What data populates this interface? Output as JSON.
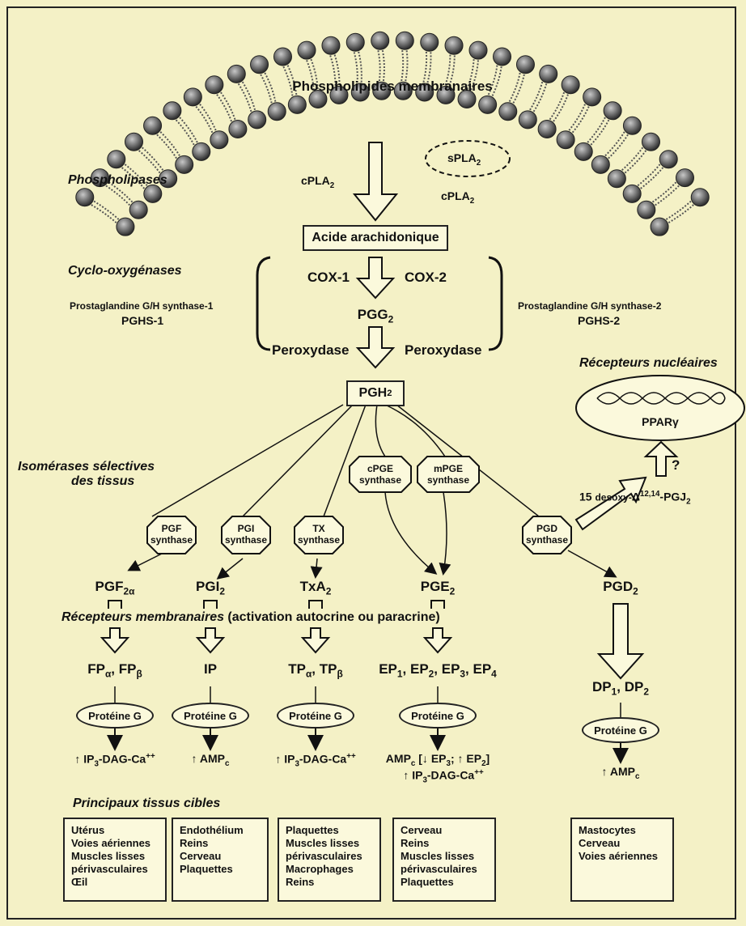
{
  "membrane_label": "Phospholipides membranaires",
  "phospholipases": {
    "label": "Phospholipases",
    "cpla2_left": "cPLA",
    "spla2": "sPLA",
    "cpla2_right": "cPLA",
    "sub": "2"
  },
  "acide": "Acide arachidonique",
  "cox": {
    "label": "Cyclo-oxygénases",
    "cox1": "COX-1",
    "cox2": "COX-2",
    "pgg": "PGG",
    "pgg_sub": "2",
    "perox_left": "Peroxydase",
    "perox_right": "Peroxydase",
    "pghs1_long": "Prostaglandine G/H synthase-1",
    "pghs1": "PGHS-1",
    "pghs2_long": "Prostaglandine G/H synthase-2",
    "pghs2": "PGHS-2"
  },
  "pgh": "PGH",
  "pgh_sub": "2",
  "nuclear": {
    "label": "Récepteurs nucléaires",
    "ppar": "PPARγ",
    "question": "?",
    "pgj_prefix": "15 ",
    "pgj_desoxy": "desoxy-",
    "pgj_delta": "Δ",
    "pgj_sup": "12,14",
    "pgj_tail": "-PGJ",
    "pgj_sub": "2"
  },
  "isomerases": {
    "line1": "Isomérases sélectives",
    "line2": "des tissus"
  },
  "synthases": {
    "pgf": [
      "PGF",
      "synthase"
    ],
    "pgi": [
      "PGI",
      "synthase"
    ],
    "tx": [
      "TX",
      "synthase"
    ],
    "cpge": [
      "cPGE",
      "synthase"
    ],
    "mpge": [
      "mPGE",
      "synthase"
    ],
    "pgd": [
      "PGD",
      "synthase"
    ]
  },
  "products": {
    "pgf": {
      "base": "PGF",
      "sub": "2α"
    },
    "pgi": {
      "base": "PGI",
      "sub": "2"
    },
    "txa": {
      "base": "TxA",
      "sub": "2"
    },
    "pge": {
      "base": "PGE",
      "sub": "2"
    },
    "pgd": {
      "base": "PGD",
      "sub": "2"
    }
  },
  "membrane_receptors": {
    "label": "Récepteurs membranaires",
    "detail": " (activation autocrine ou paracrine)"
  },
  "receptors": {
    "fp": {
      "a": "FP",
      "a_sub": "α",
      "sep": ", ",
      "b": "FP",
      "b_sub": "β"
    },
    "ip": "IP",
    "tp": {
      "a": "TP",
      "a_sub": "α",
      "sep": ", ",
      "b": "TP",
      "b_sub": "β"
    },
    "ep": {
      "t1": "EP",
      "s1": "1",
      "t2": ", EP",
      "s2": "2",
      "t3": ", EP",
      "s3": "3",
      "t4": ", EP",
      "s4": "4"
    },
    "dp": {
      "t1": "DP",
      "s1": "1",
      "t2": ", DP",
      "s2": "2"
    }
  },
  "protein_g": "Protéine G",
  "effects": {
    "fp": {
      "arrow": "↑ ",
      "t1": "IP",
      "s1": "3",
      "t2": "-DAG-Ca",
      "sup": "++"
    },
    "ip": {
      "arrow": "↑ ",
      "t1": "AMP",
      "s1": "c"
    },
    "tp": {
      "arrow": "↑ ",
      "t1": "IP",
      "s1": "3",
      "t2": "-DAG-Ca",
      "sup": "++"
    },
    "ep_line1": {
      "t1": "AMP",
      "s1": "c",
      "t2": " [↓ EP",
      "s2": "3",
      "t3": "; ↑ EP",
      "s3": "2",
      "t4": "]"
    },
    "ep_line2": {
      "arrow": "↑ ",
      "t1": "IP",
      "s1": "3",
      "t2": "-DAG-Ca",
      "sup": "++"
    },
    "dp": {
      "arrow": "↑ ",
      "t1": "AMP",
      "s1": "c"
    }
  },
  "tissues_label": "Principaux tissus cibles",
  "tissues": {
    "col1": [
      "Utérus",
      "Voies aériennes",
      "Muscles lisses",
      "périvasculaires",
      "Œil"
    ],
    "col2": [
      "Endothélium",
      "Reins",
      "Cerveau",
      "Plaquettes"
    ],
    "col3": [
      "Plaquettes",
      "Muscles lisses",
      "périvasculaires",
      "Macrophages",
      "Reins"
    ],
    "col4": [
      "Cerveau",
      "Reins",
      "Muscles lisses",
      "périvasculaires",
      "Plaquettes"
    ],
    "col5": [
      "Mastocytes",
      "Cerveau",
      "Voies aériennes"
    ]
  }
}
